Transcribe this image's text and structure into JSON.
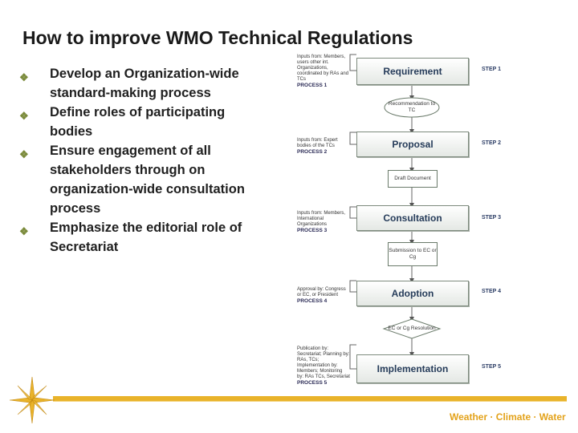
{
  "slide": {
    "title": "How to improve WMO Technical Regulations",
    "bullets": [
      "Develop an Organization-wide standard-making process",
      "Define roles of participating bodies",
      "Ensure engagement of all stakeholders through on organization-wide consultation process",
      "Emphasize the editorial role of Secretariat"
    ],
    "bullet_icon": "diamond-bullet-icon"
  },
  "flow": {
    "boxes": [
      "Requirement",
      "Proposal",
      "Consultation",
      "Adoption",
      "Implementation"
    ],
    "steps": [
      "STEP 1",
      "STEP 2",
      "STEP 3",
      "STEP 4",
      "STEP 5"
    ],
    "notes": [
      {
        "text": "Inputs from: Members, users other int. Organizations, coordinated by RAs and TCs",
        "process": "PROCESS 1"
      },
      {
        "text": "Inputs from: Expert bodies of the TCs",
        "process": "PROCESS 2"
      },
      {
        "text": "Inputs from: Members, International Organizations",
        "process": "PROCESS 3"
      },
      {
        "text": "Approval by: Congress or EC, or President",
        "process": "PROCESS 4"
      },
      {
        "text": "Publication by: Secretariat; Planning by: RAs, TCs; Implementation by: Members; Monitoring by: RAs TCs, Secretariat",
        "process": "PROCESS 5"
      }
    ],
    "connectors": {
      "recommendation": "Recommendation to TC",
      "draft": "Draft Document",
      "submission": "Submission to EC or Cg",
      "resolution": "EC or Cg Resolution"
    }
  },
  "footer": {
    "slogan": "Weather · Climate · Water"
  },
  "colors": {
    "accent": "#e9b32a",
    "box_text": "#263c5a",
    "bullet": "#7a8a3a"
  }
}
